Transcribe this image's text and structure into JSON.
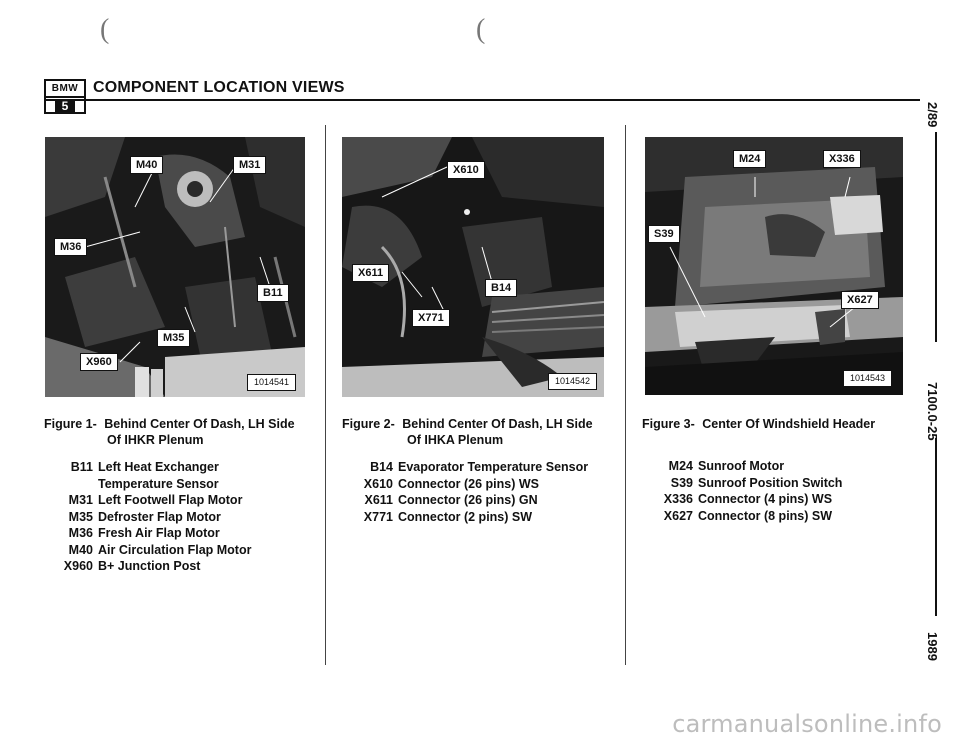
{
  "header": {
    "logo_top": "BMW",
    "logo_bottom": "5",
    "title": "COMPONENT LOCATION VIEWS"
  },
  "side": {
    "date": "2/89",
    "doc_number": "7100.0-25",
    "year": "1989"
  },
  "figures": [
    {
      "photo_id": "1014541",
      "callouts": [
        "M40",
        "M31",
        "M36",
        "B11",
        "M35",
        "X960"
      ],
      "caption_num": "Figure 1-",
      "caption_line1": "Behind Center Of Dash, LH Side",
      "caption_line2": "Of IHKR Plenum",
      "legend": [
        {
          "code": "B11",
          "desc": "Left Heat Exchanger"
        },
        {
          "code": "",
          "desc": "Temperature Sensor"
        },
        {
          "code": "M31",
          "desc": "Left Footwell Flap Motor"
        },
        {
          "code": "M35",
          "desc": "Defroster Flap Motor"
        },
        {
          "code": "M36",
          "desc": "Fresh Air Flap Motor"
        },
        {
          "code": "M40",
          "desc": "Air Circulation Flap Motor"
        },
        {
          "code": "X960",
          "desc": "B+ Junction Post"
        }
      ]
    },
    {
      "photo_id": "1014542",
      "callouts": [
        "X610",
        "X611",
        "B14",
        "X771"
      ],
      "caption_num": "Figure 2-",
      "caption_line1": "Behind Center Of Dash, LH Side",
      "caption_line2": "Of IHKA Plenum",
      "legend": [
        {
          "code": "B14",
          "desc": "Evaporator Temperature Sensor"
        },
        {
          "code": "X610",
          "desc": "Connector (26 pins) WS"
        },
        {
          "code": "X611",
          "desc": "Connector (26 pins) GN"
        },
        {
          "code": "X771",
          "desc": "Connector (2 pins) SW"
        }
      ]
    },
    {
      "photo_id": "1014543",
      "callouts": [
        "M24",
        "X336",
        "S39",
        "X627"
      ],
      "caption_num": "Figure 3-",
      "caption_line1": "Center Of Windshield Header",
      "caption_line2": "",
      "legend": [
        {
          "code": "M24",
          "desc": "Sunroof Motor"
        },
        {
          "code": "S39",
          "desc": "Sunroof Position Switch"
        },
        {
          "code": "X336",
          "desc": "Connector (4 pins) WS"
        },
        {
          "code": "X627",
          "desc": "Connector (8 pins) SW"
        }
      ]
    }
  ],
  "watermark": "carmanualsonline.info",
  "colors": {
    "ink": "#111111",
    "photo_dark": "#151515",
    "watermark": "#bdbdbd"
  }
}
